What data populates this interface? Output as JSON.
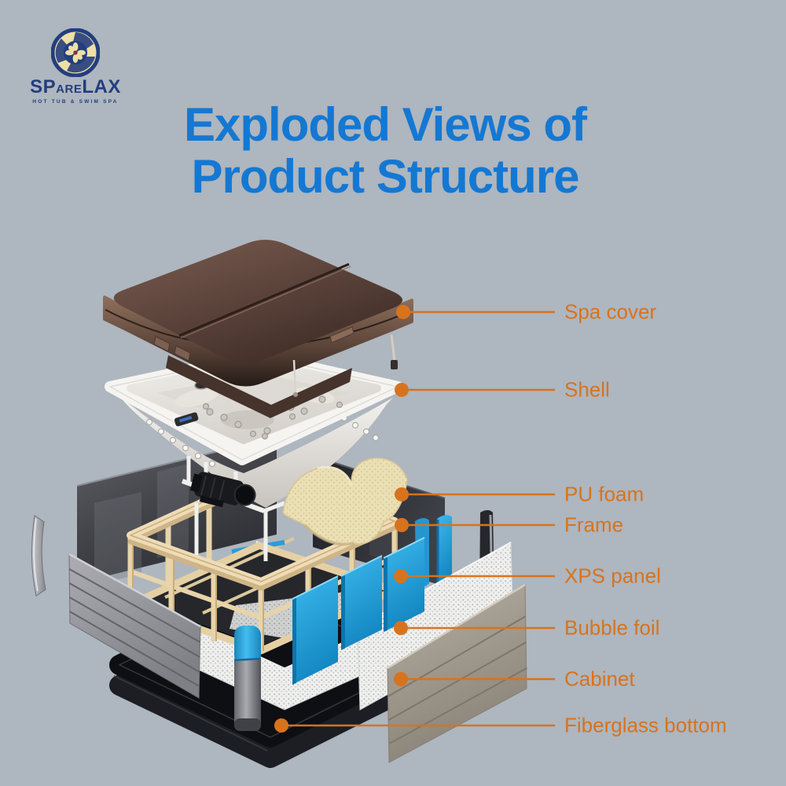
{
  "logo": {
    "brand_prefix": "SP",
    "brand_mid": "ARE",
    "brand_suffix": "LAX",
    "tagline": "HOT TUB & SWIM SPA",
    "navy": "#233e7e",
    "cream": "#eedfa6"
  },
  "title": {
    "line1": "Exploded Views of",
    "line2": "Product Structure",
    "color": "#1478d3"
  },
  "diagram": {
    "accent_color": "#d8731d",
    "background_color": "#aeb6bf",
    "labels": [
      {
        "id": "spa-cover",
        "text": "Spa cover"
      },
      {
        "id": "shell",
        "text": "Shell"
      },
      {
        "id": "pu-foam",
        "text": "PU foam"
      },
      {
        "id": "frame",
        "text": "Frame"
      },
      {
        "id": "xps-panel",
        "text": "XPS panel"
      },
      {
        "id": "bubble-foil",
        "text": "Bubble foil"
      },
      {
        "id": "cabinet",
        "text": "Cabinet"
      },
      {
        "id": "fiberglass-bottom",
        "text": "Fiberglass bottom"
      }
    ]
  }
}
